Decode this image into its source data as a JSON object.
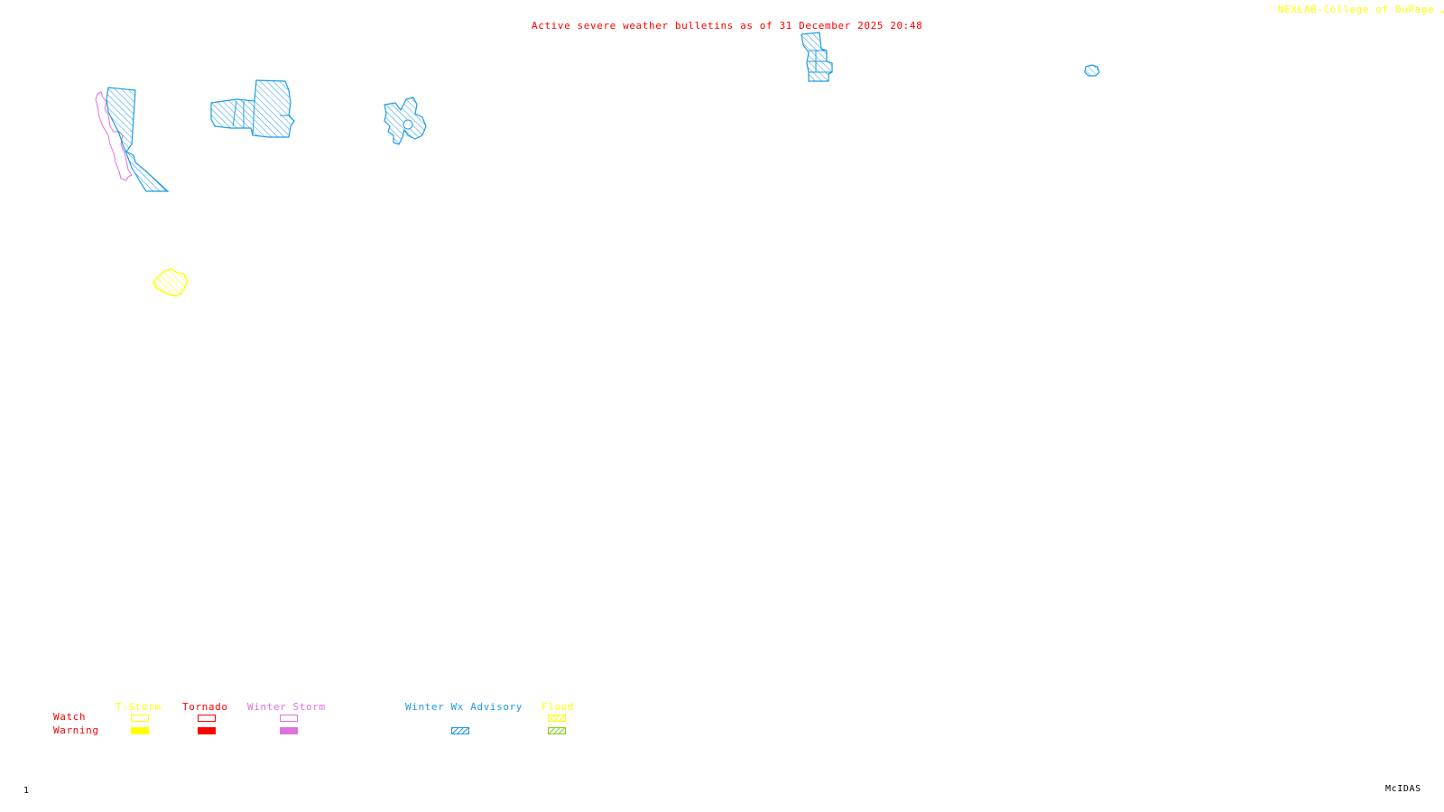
{
  "header": {
    "title": "Active severe weather bulletins as of 31 December 2025 20:48",
    "credit": "NEXLAB-College of DuPage",
    "credit_icon": "nexlab-logo-icon"
  },
  "footer": {
    "frame_number": "1",
    "software": "McIDAS"
  },
  "colors": {
    "title": "#ff0000",
    "credit": "#ffff00",
    "tstorm": "#ffff00",
    "tornado": "#ff0000",
    "winter_storm": "#dd72dd",
    "winter_wx_advisory": "#1e9be6",
    "flood_watch": "#ffff00",
    "flood_warning": "#86d11e"
  },
  "legend": {
    "row_labels": {
      "watch": "Watch",
      "warning": "Warning"
    },
    "categories": [
      {
        "key": "tstorm",
        "label": "T-Storm",
        "watch": "outline",
        "warning": "solid"
      },
      {
        "key": "tornado",
        "label": "Tornado",
        "watch": "outline",
        "warning": "solid"
      },
      {
        "key": "winter_storm",
        "label": "Winter Storm",
        "watch": "outline",
        "warning": "solid"
      },
      {
        "key": "winter_wx_advisory",
        "label": "Winter Wx Advisory",
        "watch": "none",
        "warning": "hatched"
      },
      {
        "key": "flood",
        "label": "Flood",
        "watch": "hatched",
        "warning": "hatched"
      }
    ]
  },
  "bulletins": [
    {
      "type": "Winter Wx Advisory",
      "region": "west-coast-strip"
    },
    {
      "type": "Winter Storm Watch",
      "region": "west-coast-outline"
    },
    {
      "type": "Winter Wx Advisory",
      "region": "interior-west-block"
    },
    {
      "type": "Winter Wx Advisory",
      "region": "rockies-cluster"
    },
    {
      "type": "T-Storm Watch / Flood",
      "region": "southwest-small"
    },
    {
      "type": "Winter Wx Advisory",
      "region": "great-lakes-strip"
    },
    {
      "type": "Winter Wx Advisory",
      "region": "northeast-small"
    }
  ]
}
